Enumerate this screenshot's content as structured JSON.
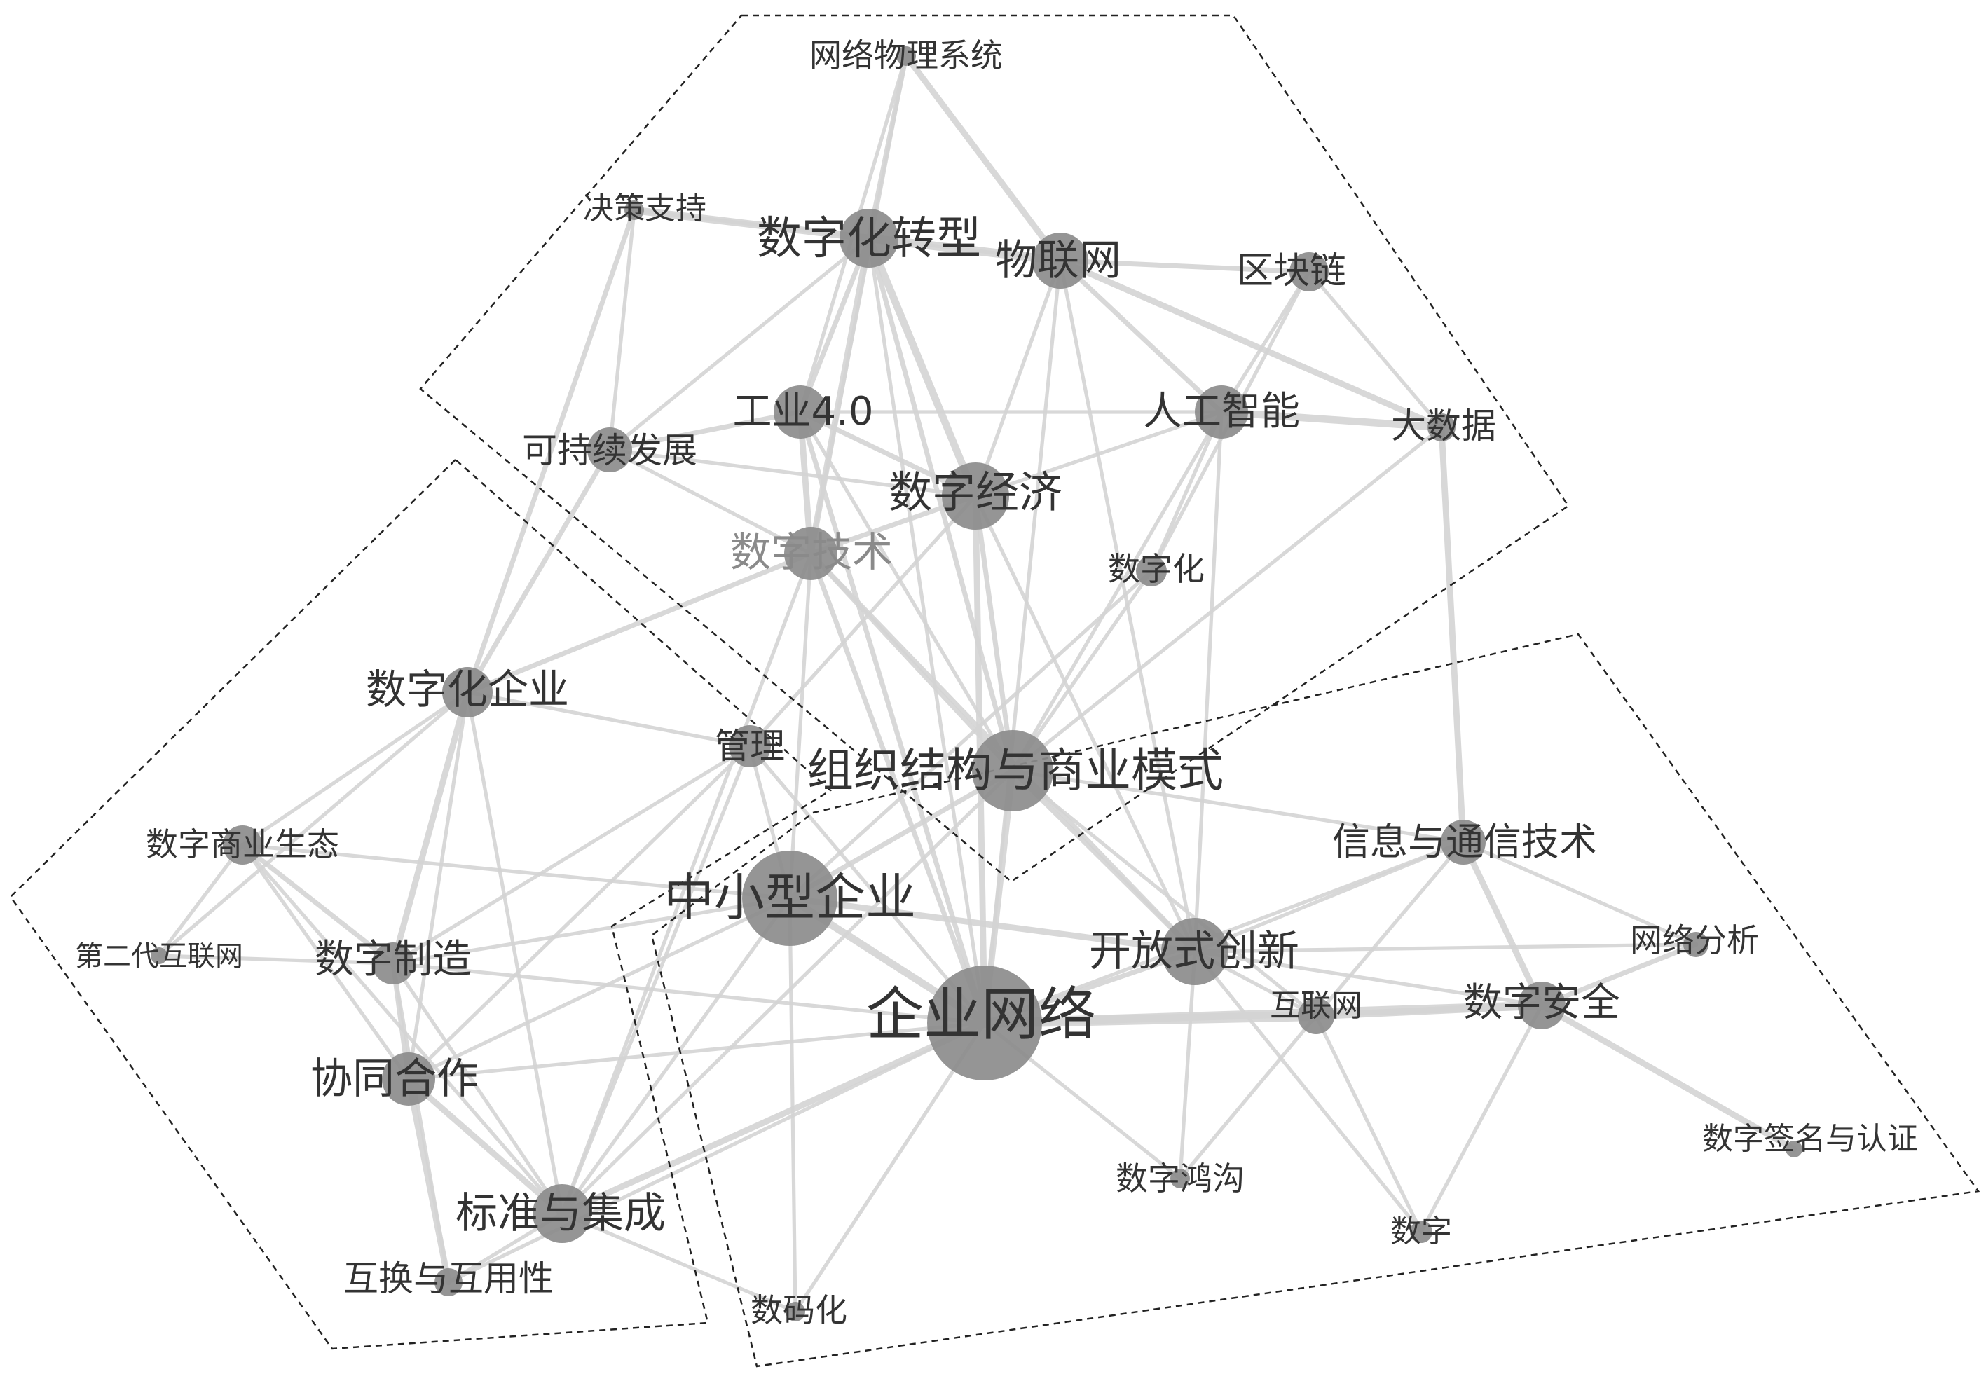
{
  "colors": {
    "background": "#ffffff",
    "edge": "#d4d4d4",
    "node_fill": "#8c8c8c",
    "label": "#333333",
    "label_light": "#8a8a8a",
    "cluster_border": "#222222"
  },
  "nodes": [
    {
      "id": "n1",
      "label": "网络物理系统"
    },
    {
      "id": "n2",
      "label": "决策支持"
    },
    {
      "id": "n3",
      "label": "数字化转型"
    },
    {
      "id": "n4",
      "label": "物联网"
    },
    {
      "id": "n5",
      "label": "区块链"
    },
    {
      "id": "n6",
      "label": "工业4.0"
    },
    {
      "id": "n7",
      "label": "人工智能"
    },
    {
      "id": "n8",
      "label": "大数据"
    },
    {
      "id": "n9",
      "label": "可持续发展"
    },
    {
      "id": "n10",
      "label": "数字经济"
    },
    {
      "id": "n11",
      "label": "数字技术"
    },
    {
      "id": "n12",
      "label": "数字化"
    },
    {
      "id": "n13",
      "label": "数字化企业"
    },
    {
      "id": "n14",
      "label": "管理"
    },
    {
      "id": "n15",
      "label": "组织结构与商业模式"
    },
    {
      "id": "n16",
      "label": "数字商业生态"
    },
    {
      "id": "n17",
      "label": "信息与通信技术"
    },
    {
      "id": "n18",
      "label": "中小型企业"
    },
    {
      "id": "n19",
      "label": "第二代互联网"
    },
    {
      "id": "n20",
      "label": "网络分析"
    },
    {
      "id": "n21",
      "label": "开放式创新"
    },
    {
      "id": "n22",
      "label": "数字制造"
    },
    {
      "id": "n23",
      "label": "企业网络"
    },
    {
      "id": "n24",
      "label": "互联网"
    },
    {
      "id": "n25",
      "label": "数字安全"
    },
    {
      "id": "n26",
      "label": "协同合作"
    },
    {
      "id": "n27",
      "label": "数字签名与认证"
    },
    {
      "id": "n28",
      "label": "数字鸿沟"
    },
    {
      "id": "n29",
      "label": "标准与集成"
    },
    {
      "id": "n30",
      "label": "数字"
    },
    {
      "id": "n31",
      "label": "互换与互用性"
    },
    {
      "id": "n32",
      "label": "数码化"
    }
  ],
  "edges": [
    [
      "n1",
      "n3",
      3
    ],
    [
      "n1",
      "n4",
      4
    ],
    [
      "n1",
      "n6",
      2
    ],
    [
      "n1",
      "n11",
      2
    ],
    [
      "n2",
      "n3",
      5
    ],
    [
      "n2",
      "n4",
      2
    ],
    [
      "n2",
      "n9",
      2
    ],
    [
      "n2",
      "n13",
      3
    ],
    [
      "n3",
      "n4",
      6
    ],
    [
      "n3",
      "n6",
      3
    ],
    [
      "n3",
      "n10",
      5
    ],
    [
      "n3",
      "n11",
      4
    ],
    [
      "n3",
      "n15",
      3
    ],
    [
      "n3",
      "n9",
      2
    ],
    [
      "n3",
      "n23",
      2
    ],
    [
      "n4",
      "n5",
      3
    ],
    [
      "n4",
      "n7",
      3
    ],
    [
      "n4",
      "n8",
      4
    ],
    [
      "n4",
      "n10",
      2
    ],
    [
      "n4",
      "n23",
      2
    ],
    [
      "n4",
      "n21",
      2
    ],
    [
      "n5",
      "n7",
      2
    ],
    [
      "n5",
      "n8",
      2
    ],
    [
      "n5",
      "n12",
      2
    ],
    [
      "n6",
      "n9",
      3
    ],
    [
      "n6",
      "n10",
      3
    ],
    [
      "n6",
      "n11",
      4
    ],
    [
      "n6",
      "n15",
      2
    ],
    [
      "n6",
      "n23",
      3
    ],
    [
      "n6",
      "n7",
      2
    ],
    [
      "n7",
      "n8",
      5
    ],
    [
      "n7",
      "n10",
      2
    ],
    [
      "n7",
      "n12",
      2
    ],
    [
      "n7",
      "n15",
      2
    ],
    [
      "n7",
      "n21",
      2
    ],
    [
      "n8",
      "n17",
      4
    ],
    [
      "n8",
      "n15",
      2
    ],
    [
      "n9",
      "n10",
      2
    ],
    [
      "n9",
      "n11",
      2
    ],
    [
      "n9",
      "n13",
      3
    ],
    [
      "n10",
      "n11",
      3
    ],
    [
      "n10",
      "n15",
      3
    ],
    [
      "n10",
      "n23",
      4
    ],
    [
      "n10",
      "n14",
      2
    ],
    [
      "n10",
      "n21",
      2
    ],
    [
      "n11",
      "n13",
      3
    ],
    [
      "n11",
      "n15",
      3
    ],
    [
      "n11",
      "n23",
      3
    ],
    [
      "n11",
      "n18",
      2
    ],
    [
      "n11",
      "n29",
      2
    ],
    [
      "n11",
      "n21",
      3
    ],
    [
      "n12",
      "n18",
      2
    ],
    [
      "n12",
      "n15",
      2
    ],
    [
      "n13",
      "n16",
      2
    ],
    [
      "n13",
      "n14",
      2
    ],
    [
      "n13",
      "n22",
      4
    ],
    [
      "n13",
      "n26",
      2
    ],
    [
      "n13",
      "n29",
      2
    ],
    [
      "n13",
      "n19",
      2
    ],
    [
      "n14",
      "n18",
      2
    ],
    [
      "n14",
      "n26",
      2
    ],
    [
      "n14",
      "n29",
      2
    ],
    [
      "n14",
      "n23",
      2
    ],
    [
      "n14",
      "n22",
      2
    ],
    [
      "n15",
      "n18",
      3
    ],
    [
      "n15",
      "n23",
      4
    ],
    [
      "n15",
      "n21",
      3
    ],
    [
      "n15",
      "n17",
      2
    ],
    [
      "n15",
      "n24",
      2
    ],
    [
      "n15",
      "n29",
      2
    ],
    [
      "n16",
      "n22",
      3
    ],
    [
      "n16",
      "n19",
      2
    ],
    [
      "n16",
      "n26",
      2
    ],
    [
      "n16",
      "n18",
      2
    ],
    [
      "n16",
      "n29",
      2
    ],
    [
      "n17",
      "n21",
      2
    ],
    [
      "n17",
      "n24",
      2
    ],
    [
      "n17",
      "n25",
      4
    ],
    [
      "n17",
      "n20",
      2
    ],
    [
      "n17",
      "n23",
      2
    ],
    [
      "n18",
      "n23",
      5
    ],
    [
      "n18",
      "n21",
      4
    ],
    [
      "n18",
      "n22",
      2
    ],
    [
      "n18",
      "n29",
      2
    ],
    [
      "n18",
      "n32",
      2
    ],
    [
      "n18",
      "n26",
      2
    ],
    [
      "n19",
      "n22",
      2
    ],
    [
      "n20",
      "n25",
      3
    ],
    [
      "n20",
      "n21",
      2
    ],
    [
      "n21",
      "n23",
      3
    ],
    [
      "n21",
      "n24",
      2
    ],
    [
      "n21",
      "n25",
      2
    ],
    [
      "n21",
      "n28",
      2
    ],
    [
      "n21",
      "n30",
      2
    ],
    [
      "n22",
      "n26",
      3
    ],
    [
      "n22",
      "n23",
      2
    ],
    [
      "n22",
      "n29",
      2
    ],
    [
      "n22",
      "n31",
      2
    ],
    [
      "n23",
      "n24",
      7
    ],
    [
      "n23",
      "n25",
      6
    ],
    [
      "n23",
      "n29",
      4
    ],
    [
      "n23",
      "n26",
      2
    ],
    [
      "n23",
      "n28",
      2
    ],
    [
      "n23",
      "n32",
      2
    ],
    [
      "n23",
      "n31",
      2
    ],
    [
      "n24",
      "n25",
      5
    ],
    [
      "n24",
      "n28",
      2
    ],
    [
      "n24",
      "n30",
      2
    ],
    [
      "n25",
      "n27",
      4
    ],
    [
      "n25",
      "n30",
      2
    ],
    [
      "n26",
      "n29",
      4
    ],
    [
      "n26",
      "n31",
      4
    ],
    [
      "n29",
      "n31",
      2
    ],
    [
      "n29",
      "n32",
      2
    ]
  ]
}
